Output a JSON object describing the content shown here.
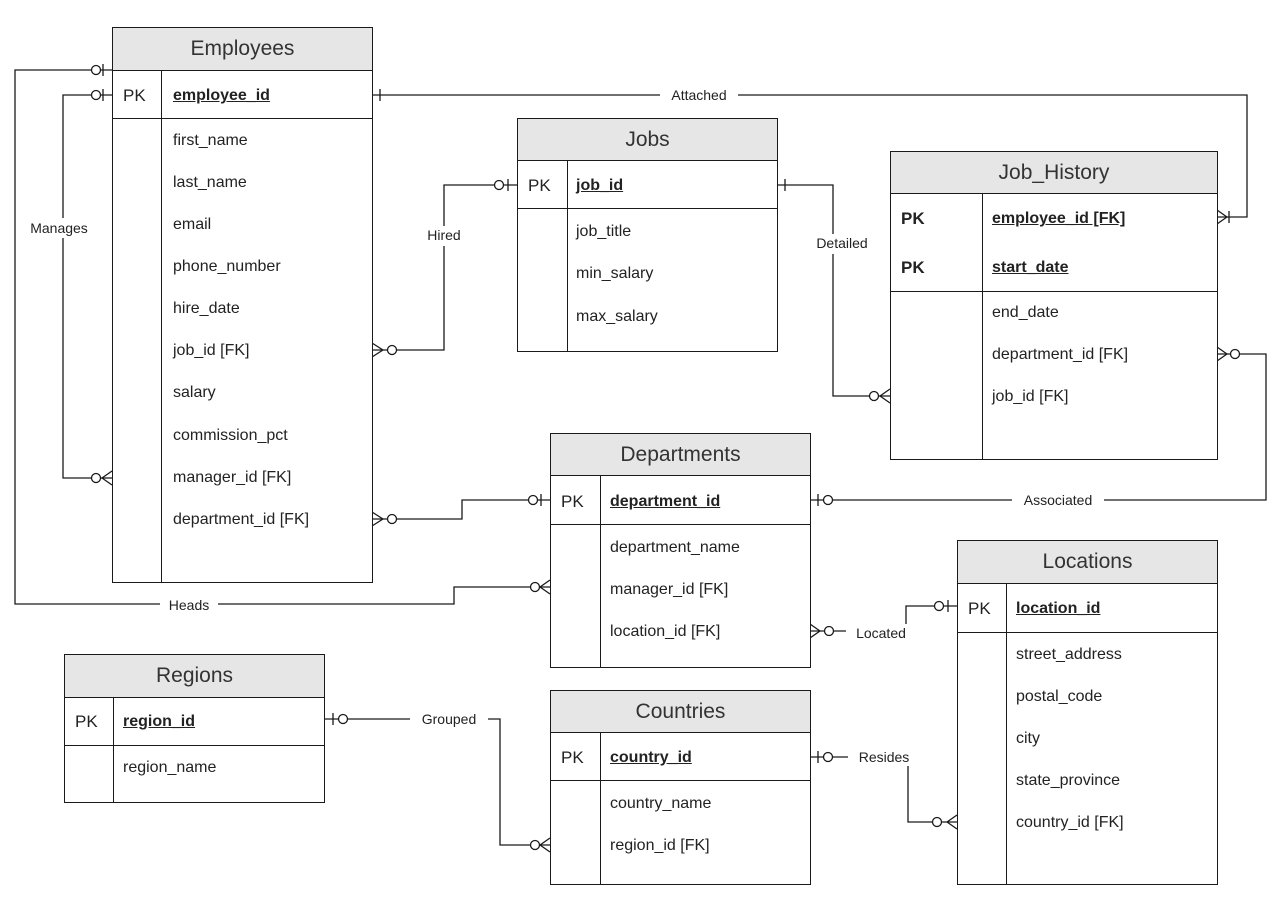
{
  "entities": {
    "employees": {
      "title": "Employees",
      "pk_label": "PK",
      "key": "employee_id",
      "fields": [
        "first_name",
        "last_name",
        "email",
        "phone_number",
        "hire_date",
        "job_id [FK]",
        "salary",
        "commission_pct",
        "manager_id [FK]",
        "department_id [FK]"
      ]
    },
    "jobs": {
      "title": "Jobs",
      "pk_label": "PK",
      "key": "job_id",
      "fields": [
        "job_title",
        "min_salary",
        "max_salary"
      ]
    },
    "job_history": {
      "title": "Job_History",
      "pk_label": "PK",
      "key1": "employee_id [FK]",
      "key2": "start_date",
      "fields": [
        "end_date",
        "department_id [FK]",
        "job_id [FK]"
      ]
    },
    "departments": {
      "title": "Departments",
      "pk_label": "PK",
      "key": "department_id",
      "fields": [
        "department_name",
        "manager_id [FK]",
        "location_id [FK]"
      ]
    },
    "locations": {
      "title": "Locations",
      "pk_label": "PK",
      "key": "location_id",
      "fields": [
        "street_address",
        "postal_code",
        "city",
        "state_province",
        "country_id [FK]"
      ]
    },
    "regions": {
      "title": "Regions",
      "pk_label": "PK",
      "key": "region_id",
      "fields": [
        "region_name"
      ]
    },
    "countries": {
      "title": "Countries",
      "pk_label": "PK",
      "key": "country_id",
      "fields": [
        "country_name",
        "region_id [FK]"
      ]
    }
  },
  "relationships": {
    "manages": "Manages",
    "attached": "Attached",
    "hired": "Hired",
    "detailed": "Detailed",
    "associated": "Associated",
    "heads": "Heads",
    "located": "Located",
    "grouped": "Grouped",
    "resides": "Resides"
  }
}
